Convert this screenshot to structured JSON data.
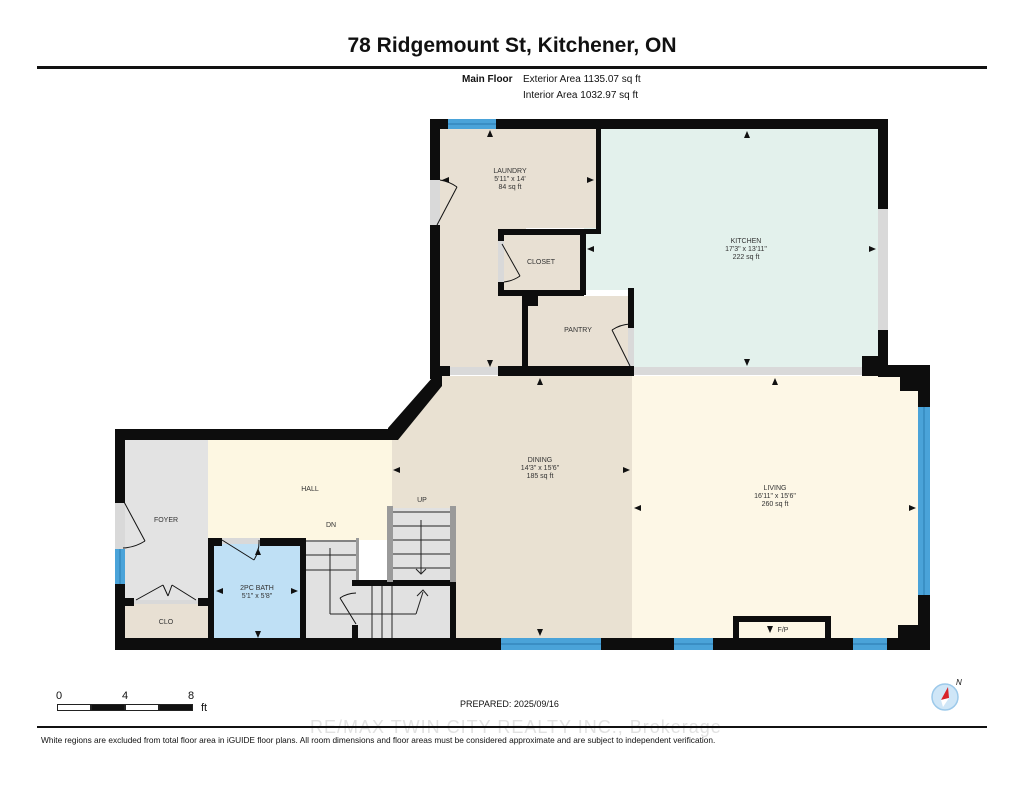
{
  "header": {
    "title": "78 Ridgemount St, Kitchener, ON",
    "floor_label": "Main Floor",
    "exterior_area": "Exterior Area 1135.07 sq ft",
    "interior_area": "Interior Area 1032.97 sq ft"
  },
  "rooms": [
    {
      "name": "LAUNDRY",
      "dims": "5'11\" x 14'",
      "area": "84 sq ft"
    },
    {
      "name": "KITCHEN",
      "dims": "17'3\" x 13'11\"",
      "area": "222 sq ft"
    },
    {
      "name": "CLOSET"
    },
    {
      "name": "PANTRY"
    },
    {
      "name": "DINING",
      "dims": "14'3\" x 15'6\"",
      "area": "185 sq ft"
    },
    {
      "name": "LIVING",
      "dims": "16'11\" x 15'6\"",
      "area": "260 sq ft"
    },
    {
      "name": "HALL"
    },
    {
      "name": "FOYER"
    },
    {
      "name": "2PC BATH",
      "dims": "5'1\" x 5'8\""
    },
    {
      "name": "CLO"
    }
  ],
  "annotations": {
    "up": "UP",
    "dn": "DN",
    "fireplace": "F/P"
  },
  "scale": {
    "ticks": [
      "0",
      "4",
      "8"
    ],
    "unit": "ft"
  },
  "compass": {
    "label": "N"
  },
  "footer": {
    "prepared": "PREPARED: 2025/09/16",
    "watermark": "RE/MAX TWIN CITY REALTY INC., Brokerage",
    "disclaimer": "White regions are excluded from total floor area in iGUIDE floor plans. All room dimensions and floor areas must be considered approximate and are subject to independent verification."
  },
  "colors": {
    "wall": "#0d0d0d",
    "laundry": "#e8e0d3",
    "kitchen": "#e3f1ec",
    "dining": "#e9e1d2",
    "living": "#fdf7e6",
    "hall": "#fdf7e2",
    "foyer": "#e3e3e3",
    "bath": "#bfe0f5",
    "window": "#4aa3d9"
  }
}
